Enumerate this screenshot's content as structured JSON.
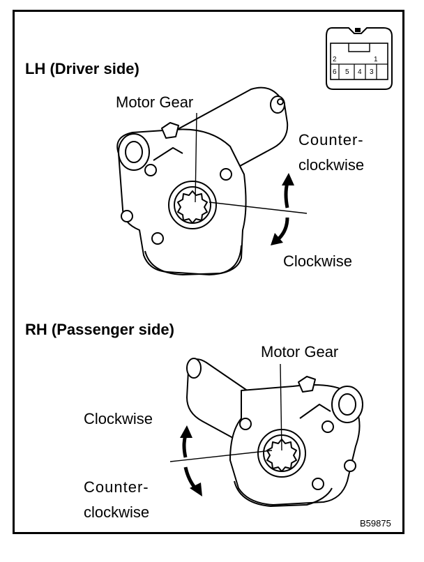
{
  "sections": {
    "lh": {
      "title": "LH (Driver side)",
      "gear_label": "Motor Gear",
      "ccw_label_line1": "Counter-",
      "ccw_label_line2": "clockwise",
      "cw_label": "Clockwise"
    },
    "rh": {
      "title": "RH (Passenger side)",
      "gear_label": "Motor Gear",
      "cw_label": "Clockwise",
      "ccw_label_line1": "Counter-",
      "ccw_label_line2": "clockwise"
    }
  },
  "connector": {
    "pins_top": [
      "2",
      "1"
    ],
    "pins_bottom": [
      "6",
      "5",
      "4",
      "3"
    ]
  },
  "figure_code": "B59875"
}
